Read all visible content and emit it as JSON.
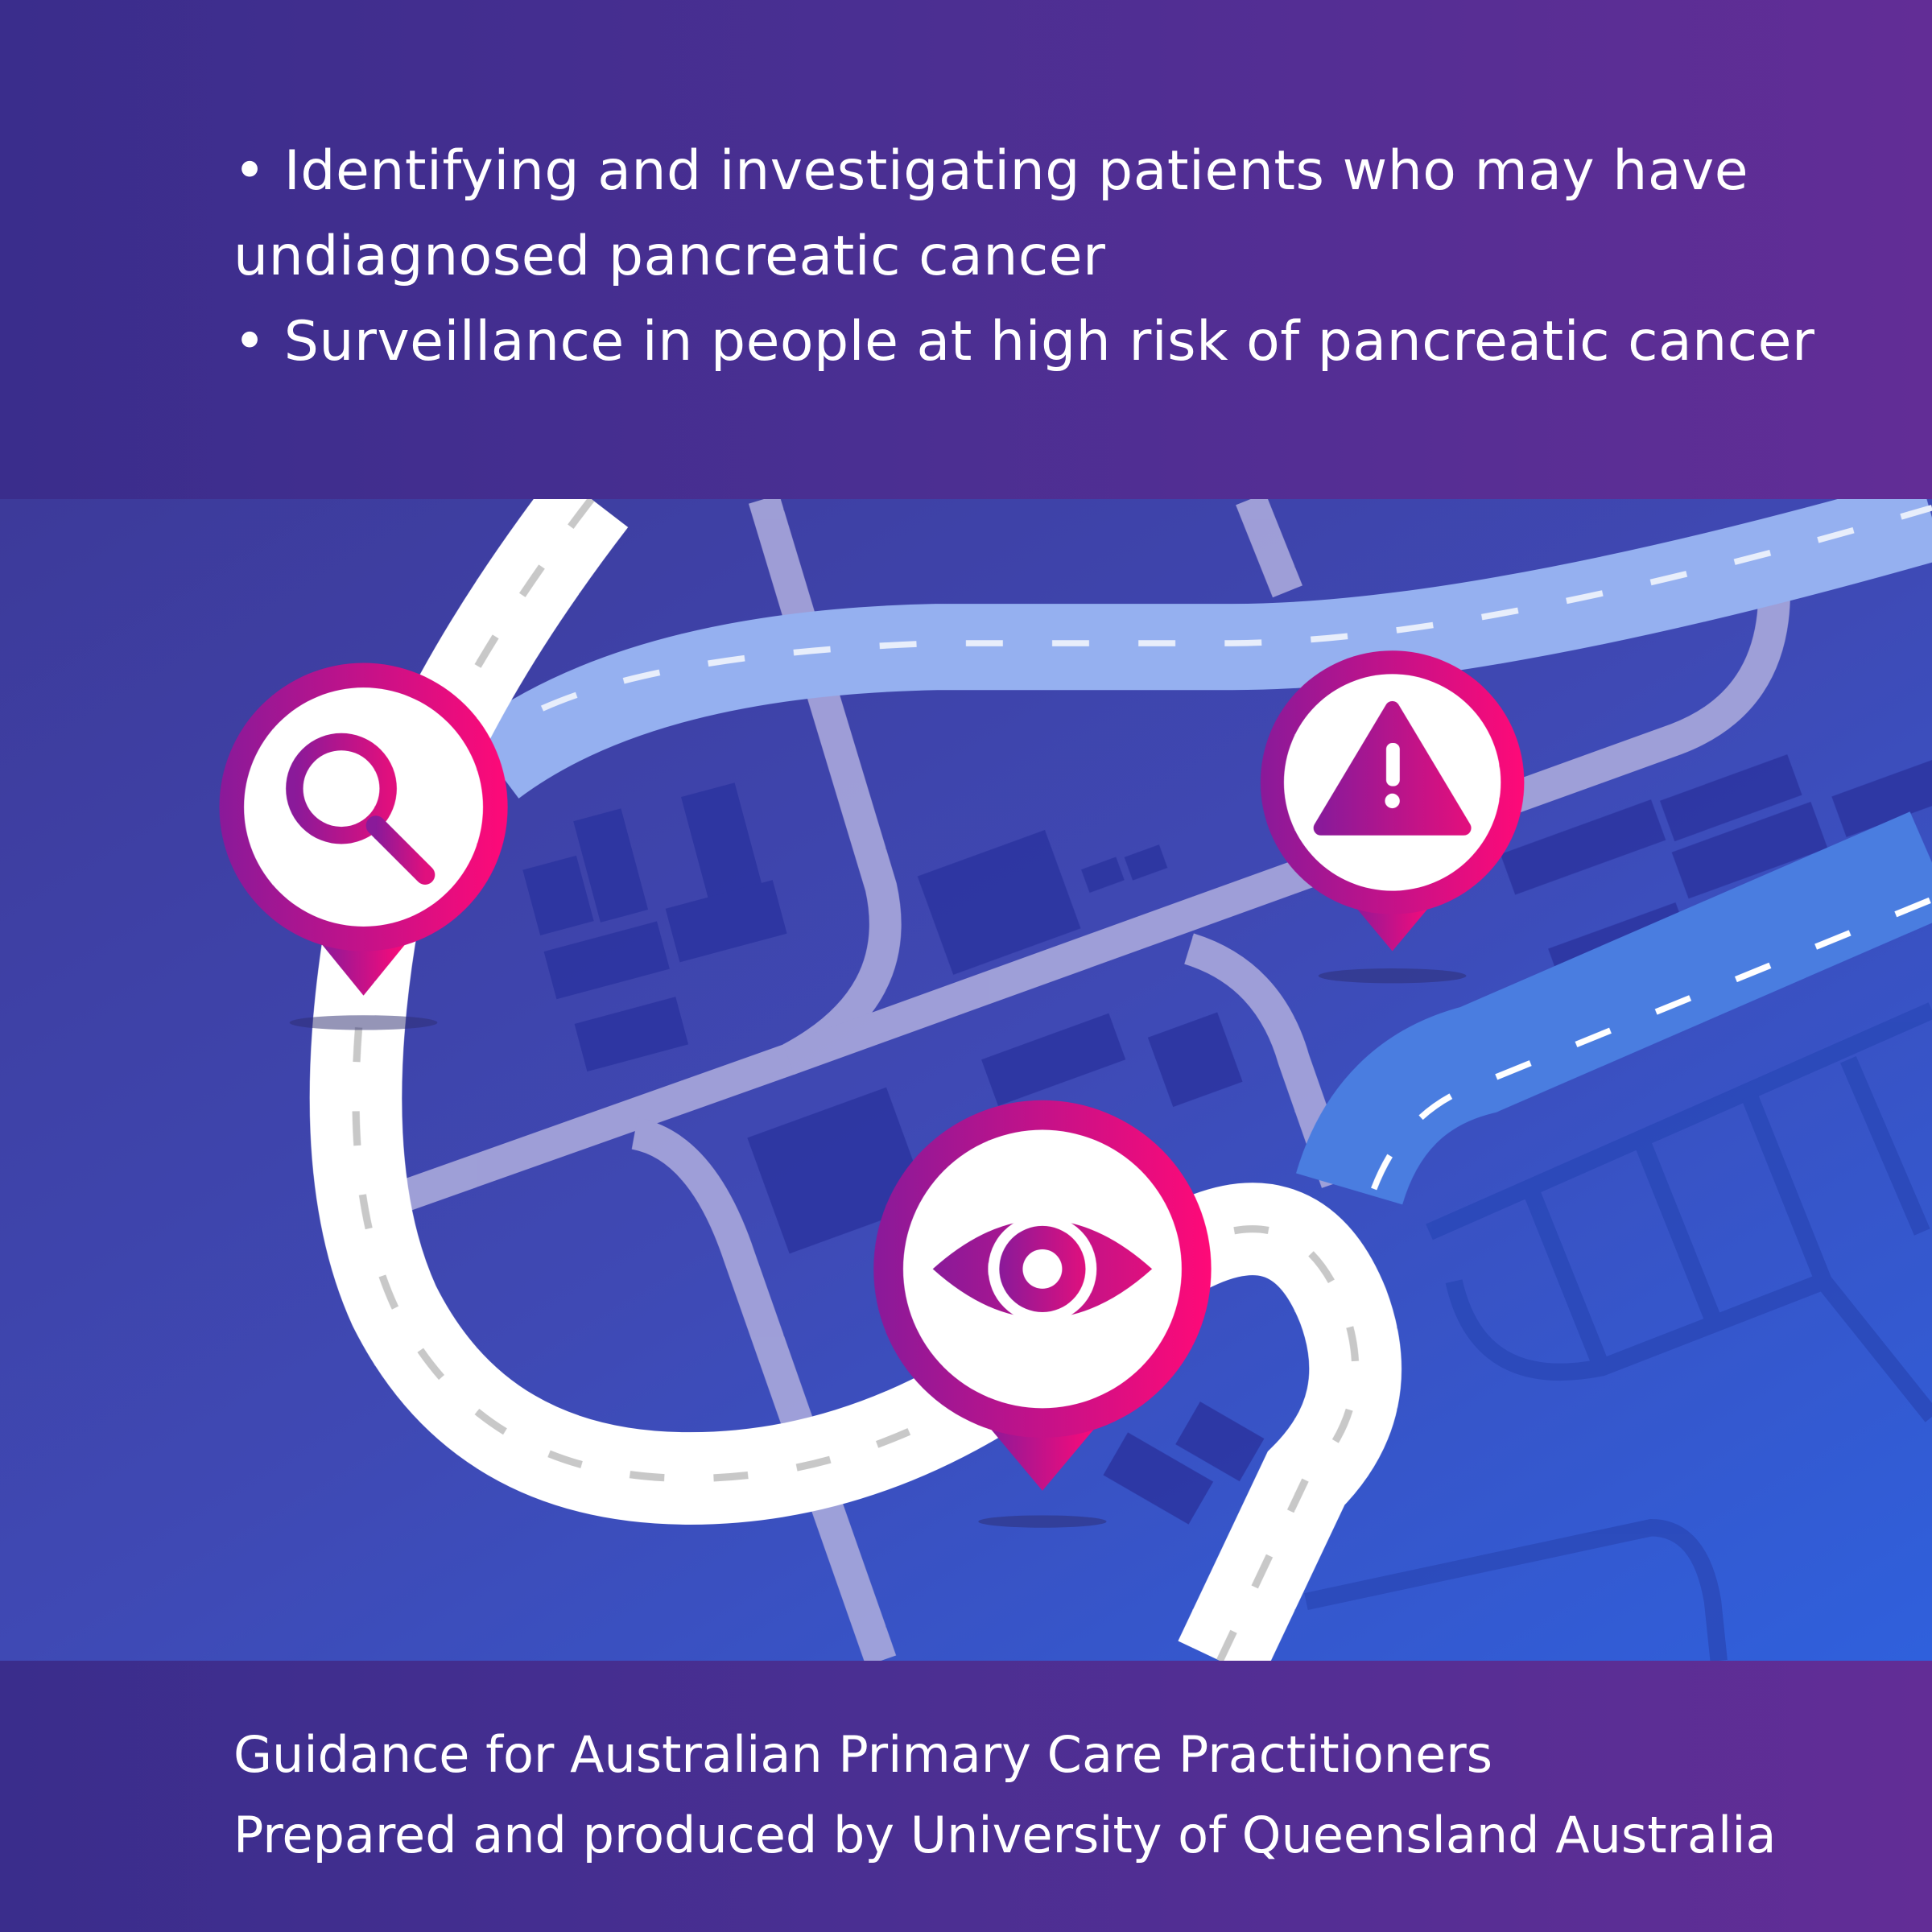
{
  "intro": {
    "bullets": [
      {
        "text_line1": "• Identifying and investigating patients who may have",
        "text_line2": "undiagnosed pancreatic cancer"
      },
      {
        "text_line1": "• Surveillance in people at high risk of pancreatic cancer"
      }
    ]
  },
  "map": {
    "pins": [
      {
        "icon": "magnifying-glass-icon"
      },
      {
        "icon": "warning-triangle-icon"
      },
      {
        "icon": "eye-icon"
      }
    ],
    "colors": {
      "pin_start": "#8a1a9a",
      "pin_end": "#ff0a78",
      "white_road": "#ffffff",
      "light_road": "#95b0f0",
      "blue_road": "#4a7de0",
      "side_road": "#a9a8dc"
    }
  },
  "footer": {
    "line1": "Guidance for Australian Primary Care Practitioners",
    "line2": "Prepared and produced by University of Queensland Australia"
  }
}
